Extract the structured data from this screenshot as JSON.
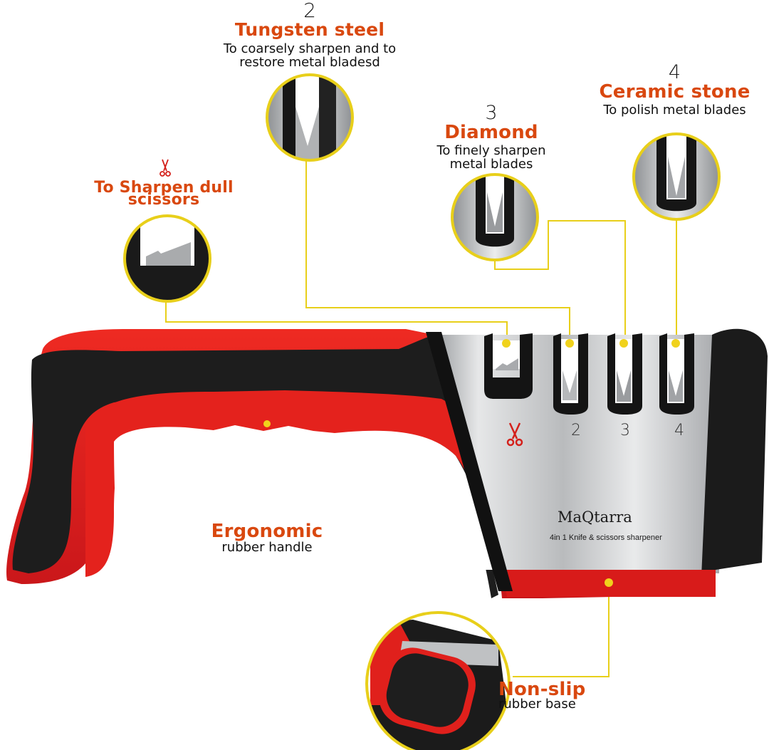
{
  "features": {
    "scissors": {
      "icon": "scissors-icon",
      "title": "To Sharpen dull",
      "title_line2": "scissors"
    },
    "slot2": {
      "number": "2",
      "title": "Tungsten steel",
      "desc_line1": "To coarsely sharpen and to",
      "desc_line2": "restore metal bladesd"
    },
    "slot3": {
      "number": "3",
      "title": "Diamond",
      "desc_line1": "To finely sharpen",
      "desc_line2": "metal blades"
    },
    "slot4": {
      "number": "4",
      "title": "Ceramic stone",
      "desc_line1": "To polish metal blades"
    },
    "handle": {
      "title": "Ergonomic",
      "desc": "rubber handle"
    },
    "base": {
      "title": "Non-slip",
      "desc": "rubber base"
    }
  },
  "product": {
    "brand": "MaQtarra",
    "subtitle": "4in 1 Knife & scissors sharpener",
    "slot_numbers": [
      "2",
      "3",
      "4"
    ]
  },
  "colors": {
    "accent_orange": "#d9480f",
    "callout_yellow": "#e8cf1a",
    "rubber_red": "#e0201c",
    "rubber_black": "#1b1b1b",
    "steel": "#c9cbcd"
  }
}
